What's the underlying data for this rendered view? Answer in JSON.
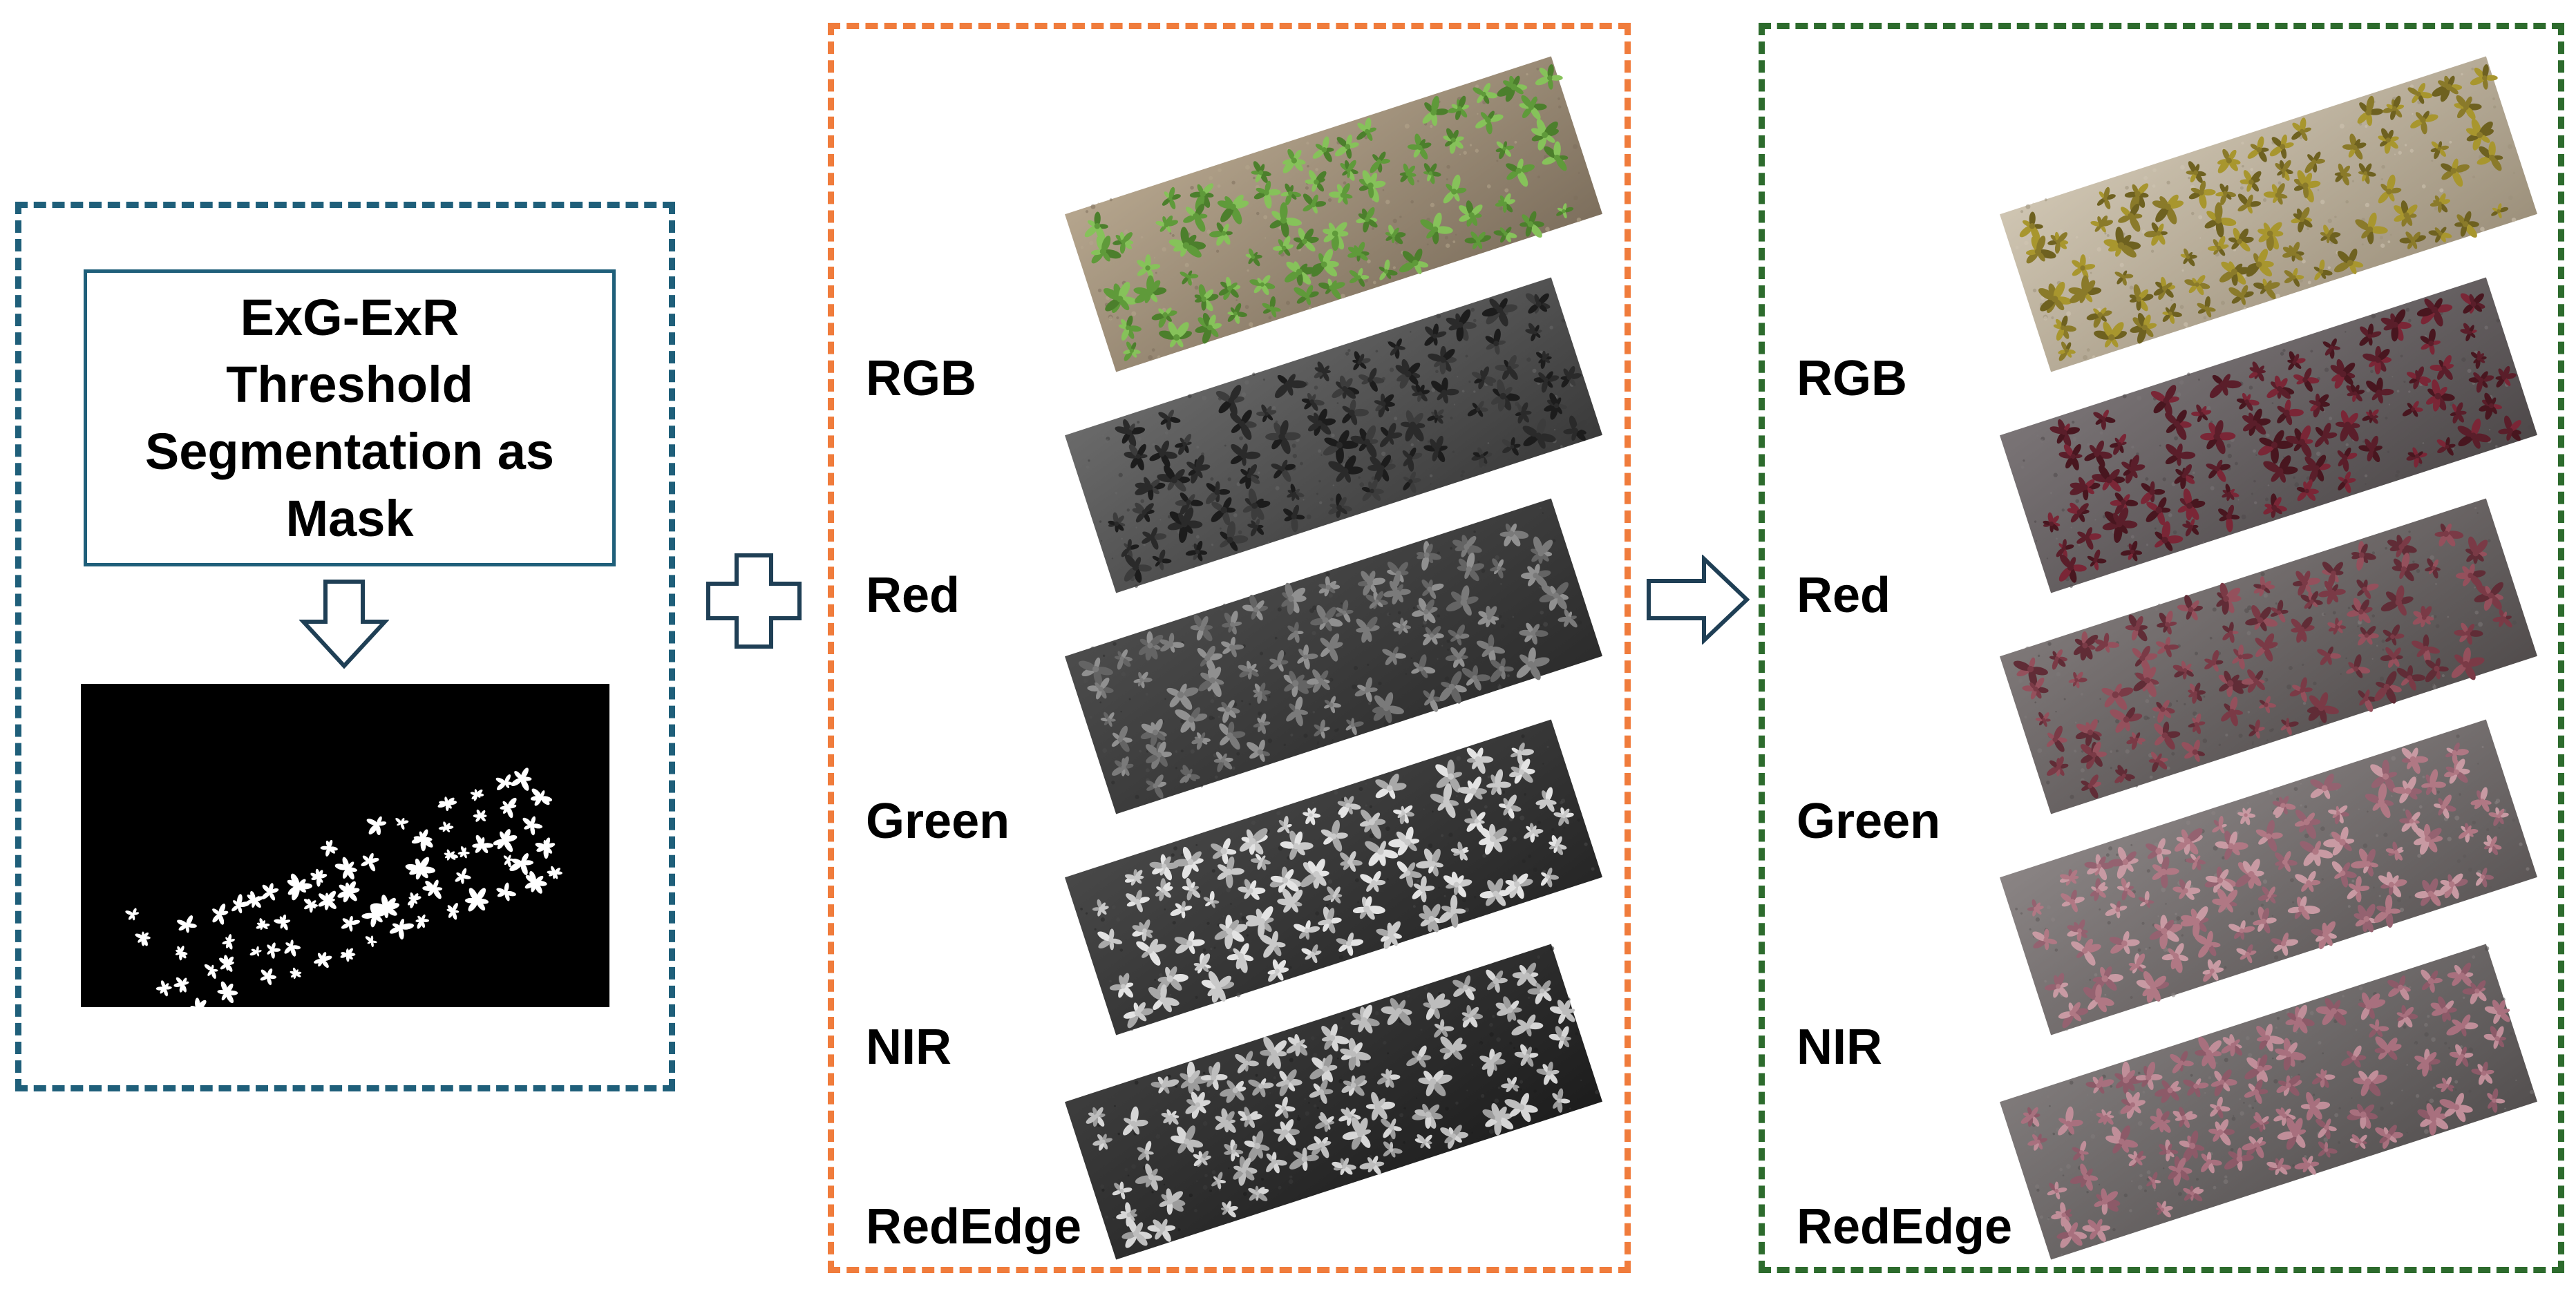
{
  "method": {
    "title": "ExG-ExR Threshold Segmentation as Mask",
    "lines": [
      "ExG-ExR",
      "Threshold",
      "Segmentation as",
      "Mask"
    ]
  },
  "raw_bands": [
    "RGB",
    "Red",
    "Green",
    "NIR",
    "RedEdge"
  ],
  "masked_bands": [
    "RGB",
    "Red",
    "Green",
    "NIR",
    "RedEdge"
  ],
  "colors": {
    "left_frame": "#1f5f7a",
    "middle_frame": "#f07c3c",
    "right_frame": "#2d6b2d",
    "arrow_outline": "#1f3f55",
    "mask_background": "#000000",
    "mask_foreground": "#ffffff"
  },
  "icons": {
    "down_arrow": "down-arrow-icon",
    "plus": "plus-icon",
    "right_arrow": "right-arrow-icon"
  }
}
